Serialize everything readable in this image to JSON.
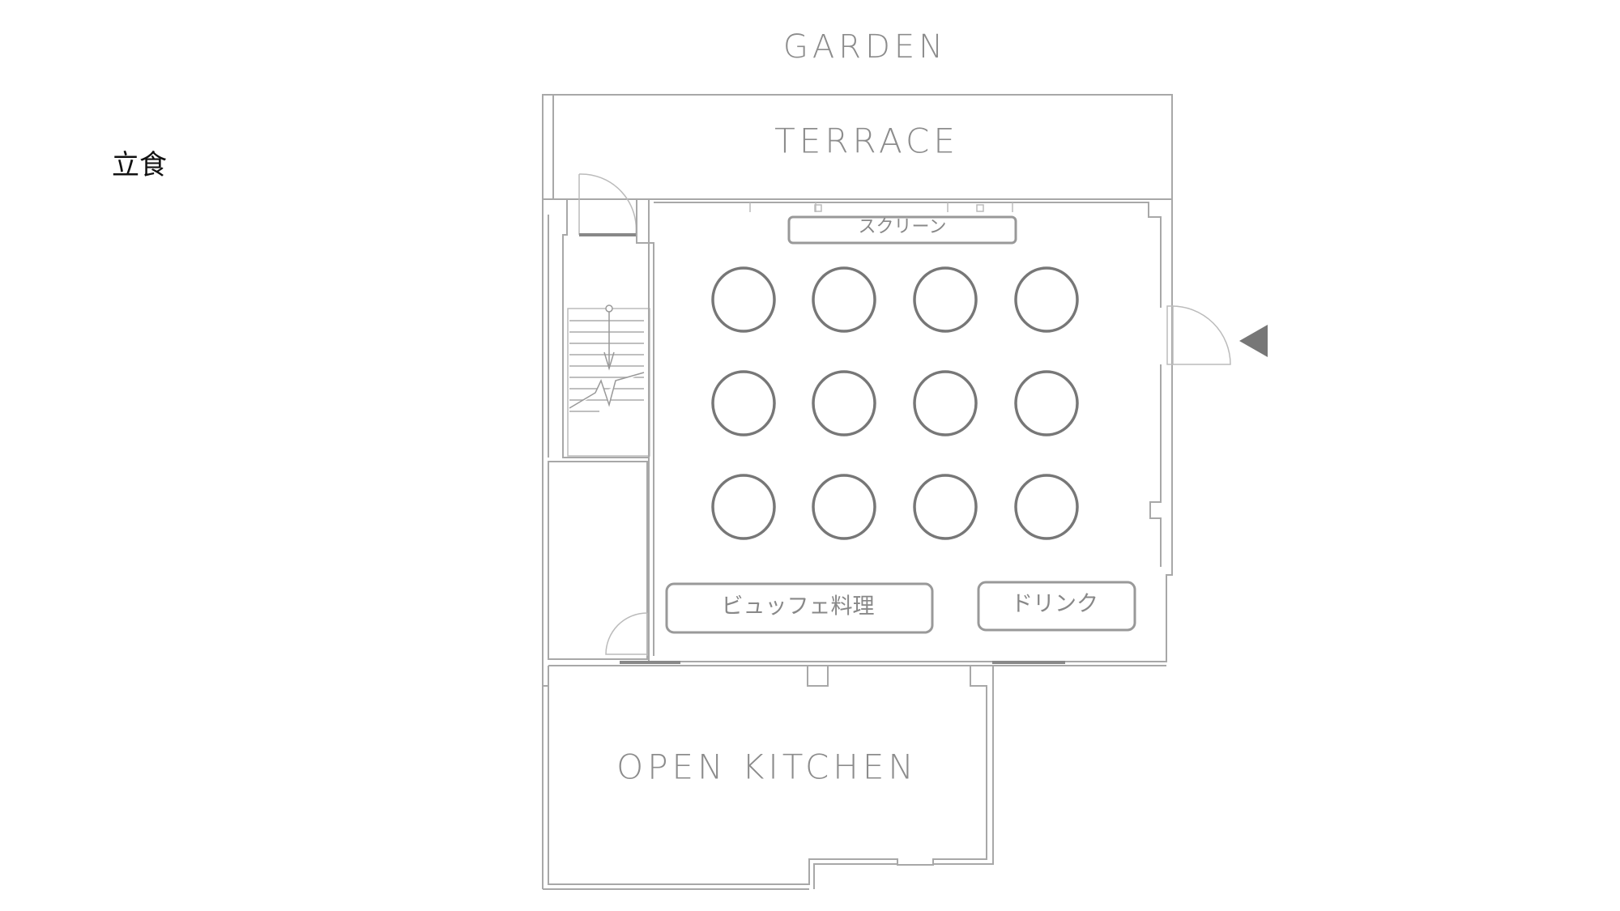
{
  "layout_name": "立食",
  "areas": {
    "garden": "GARDEN",
    "terrace": "TERRACE",
    "open_kitchen": "OPEN KITCHEN"
  },
  "furniture": {
    "screen": "スクリーン",
    "buffet": "ビュッフェ料理",
    "drink": "ドリンク"
  },
  "tables": {
    "rows": 3,
    "columns": 4,
    "shape": "round"
  },
  "colors": {
    "lines": "#a8a8a8",
    "tables": "#777777",
    "labels": "#888888",
    "entrance_marker": "#777777"
  }
}
